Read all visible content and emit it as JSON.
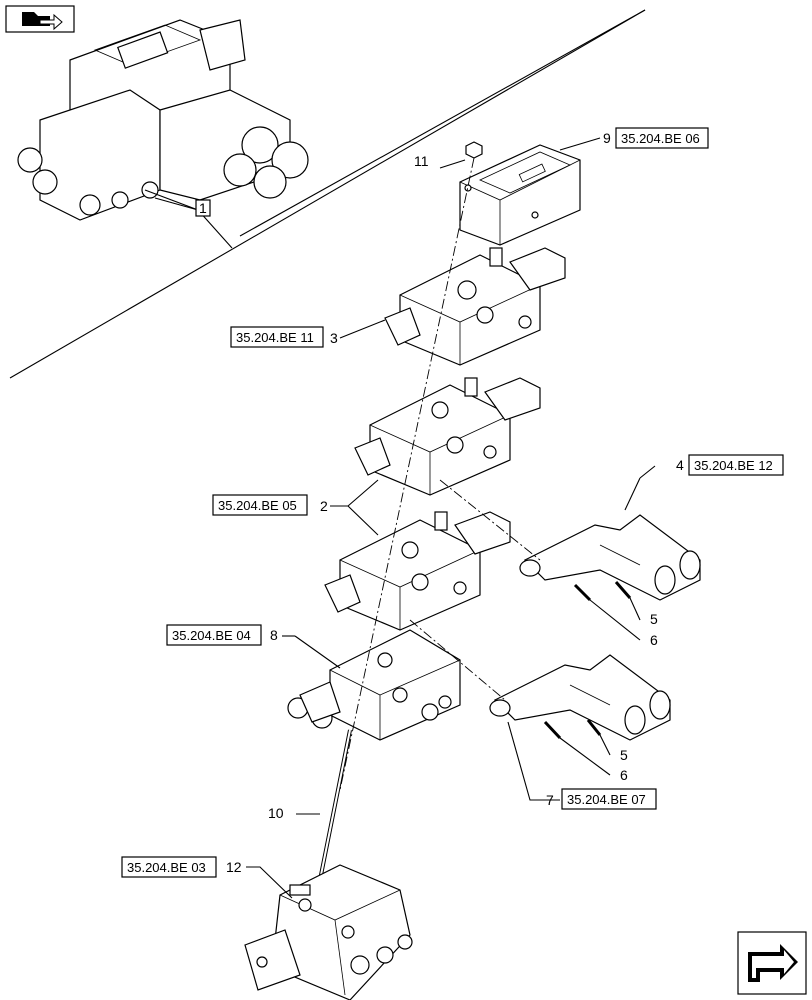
{
  "icons": {
    "top_left": "book-arrow-icon",
    "bottom_right": "next-page-arrow-icon"
  },
  "callouts": {
    "assembly": "1",
    "c2": "2",
    "c3": "3",
    "c4": "4",
    "c5a": "5",
    "c5b": "5",
    "c6a": "6",
    "c6b": "6",
    "c7": "7",
    "c8": "8",
    "c9": "9",
    "c10": "10",
    "c11": "11",
    "c12": "12"
  },
  "references": {
    "r9": "35.204.BE 06",
    "r3": "35.204.BE 11",
    "r4": "35.204.BE 12",
    "r2": "35.204.BE 05",
    "r8": "35.204.BE 04",
    "r7": "35.204.BE 07",
    "r12": "35.204.BE 03"
  }
}
